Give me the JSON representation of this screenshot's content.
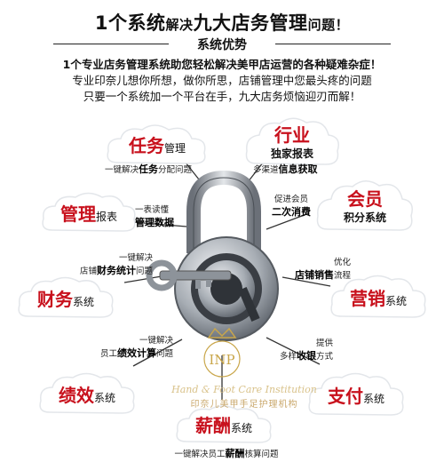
{
  "header": {
    "title_prefix": "1个系统",
    "title_small": "解决",
    "title_main": "九大店务管理",
    "title_suffix": "问题！",
    "subtitle": "系统优势"
  },
  "intro": {
    "line1": "1个专业店务管理系统助您轻松解决美甲店运营的各种疑难杂症！",
    "line2": "专业印奈儿想你所想，做你所思，店铺管理中您最头疼的问题",
    "line3": "只要一个系统加一个平台在手，九大店务烦恼迎刃而解！"
  },
  "clouds": {
    "task": {
      "big": "任务",
      "small": "管理"
    },
    "industry": {
      "big": "行业",
      "small": "独家报表"
    },
    "manage": {
      "big": "管理",
      "small": "报表"
    },
    "member": {
      "big": "会员",
      "small": "积分系统"
    },
    "finance": {
      "big": "财务",
      "small": "系统"
    },
    "marketing": {
      "big": "营销",
      "small": "系统"
    },
    "performance": {
      "big": "绩效",
      "small": "系统"
    },
    "payment": {
      "big": "支付",
      "small": "系统"
    },
    "salary": {
      "big": "薪酬",
      "small": "系统"
    }
  },
  "notes": {
    "task": {
      "a": "一键解决",
      "b": "任务",
      "c": "分配问题"
    },
    "industry": {
      "a": "多渠道",
      "b": "信息获取"
    },
    "manage": {
      "a": "一表读懂",
      "b": "管理数据"
    },
    "member": {
      "a": "促进会员",
      "b": "二次消费"
    },
    "finance": {
      "a": "一键解决",
      "b1": "店铺",
      "b": "财务统计",
      "c": "问题"
    },
    "marketing": {
      "a": "优化",
      "b": "店铺销售",
      "c": "流程"
    },
    "performance": {
      "a": "一键解决",
      "b1": "员工",
      "b": "绩效计算",
      "c": "问题"
    },
    "payment": {
      "a": "提供",
      "b1": "多样",
      "b": "收银",
      "c": "方式"
    },
    "salary": {
      "a": "一键解决员工",
      "b": "薪酬",
      "c": "核算问题"
    }
  },
  "watermark": {
    "monogram": "INP",
    "line1": "Hand & Foot Care Institution",
    "line2": "印奈儿美甲手足护理机构"
  },
  "colors": {
    "accent": "#c8101c",
    "cloud": "#ffffff",
    "lock": "#9ea4ab"
  }
}
